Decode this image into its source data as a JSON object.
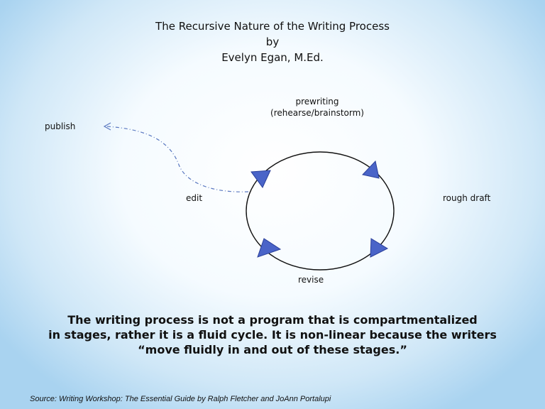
{
  "title": {
    "line1": "The Recursive Nature of the Writing Process",
    "line2": "by",
    "line3": "Evelyn Egan, M.Ed."
  },
  "stages": {
    "prewriting": "prewriting",
    "prewriting_sub": "(rehearse/brainstorm)",
    "rough_draft": "rough draft",
    "revise": "revise",
    "edit": "edit",
    "publish": "publish"
  },
  "quote": {
    "line1": "The writing process is not a program that is compartmentalized",
    "line2": "in stages, rather it is a fluid cycle. It is non-linear because the writers",
    "line3": "“move fluidly in and out of these stages.”"
  },
  "source": "Source: Writing Workshop: The Essential Guide by Ralph Fletcher and JoAnn Portalupi",
  "colors": {
    "arrow_fill": "#4a64c8",
    "arrow_stroke": "#2a3f9a",
    "dashed_line": "#5a78c0"
  }
}
